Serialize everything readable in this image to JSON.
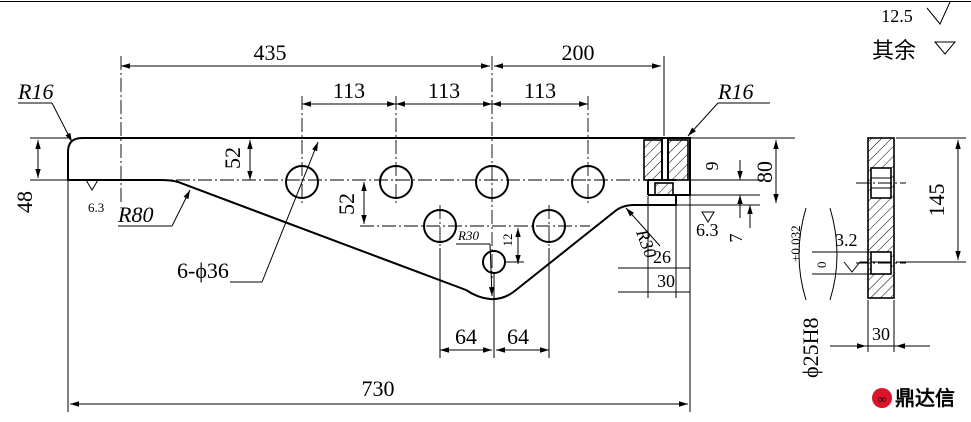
{
  "dimensions": {
    "d435": "435",
    "d200": "200",
    "d113a": "113",
    "d113b": "113",
    "d113c": "113",
    "d52a": "52",
    "d52b": "52",
    "d48": "48",
    "d9": "9",
    "d80": "80",
    "d7": "7",
    "d26": "26",
    "d30a": "30",
    "d12": "12",
    "d64a": "64",
    "d64b": "64",
    "d730": "730",
    "d145": "145",
    "d30b": "30"
  },
  "radii": {
    "r16_left": "R16",
    "r16_right": "R16",
    "r80": "R80",
    "r30_small": "R30",
    "r30_right": "R30"
  },
  "holes": {
    "label": "6-ϕ36"
  },
  "roughness": {
    "general_value": "12.5",
    "general_note": "其余",
    "left_edge": "6.3",
    "right_slot": "6.3",
    "bore": "3.2"
  },
  "bore_fit": {
    "nominal": "ϕ25H8",
    "upper_dev": "+0.032",
    "lower_dev": "0"
  },
  "watermark": {
    "text": "鼎达信",
    "brand_color": "#d9142b"
  }
}
